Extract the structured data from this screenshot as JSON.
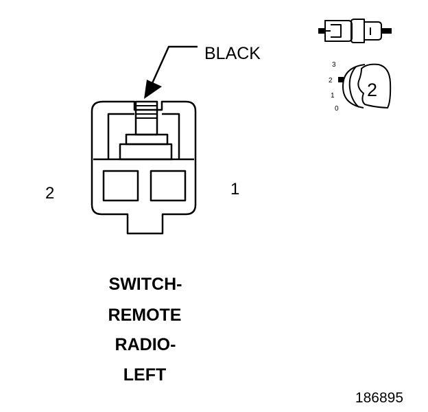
{
  "wire_color_label": "BLACK",
  "pins": {
    "left": "2",
    "right": "1"
  },
  "title_lines": [
    "SWITCH-",
    "REMOTE",
    "RADIO-",
    "LEFT"
  ],
  "figure_number": "186895",
  "position_icon": {
    "scale": [
      "3",
      "2",
      "1",
      "0"
    ],
    "position_number": "2"
  },
  "colors": {
    "ink": "#000000",
    "background": "#ffffff"
  }
}
